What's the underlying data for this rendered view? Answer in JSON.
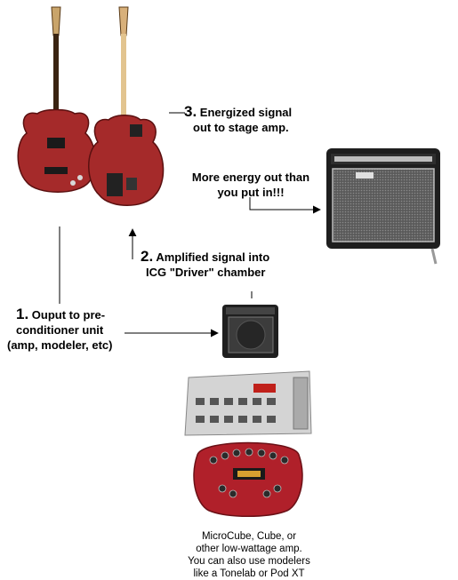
{
  "steps": [
    {
      "number": "3.",
      "line1": " Energized signal",
      "line2": "out to stage amp."
    },
    {
      "number": "2.",
      "line1": " Amplified signal into",
      "line2": "ICG \"Driver\" chamber"
    },
    {
      "number": "1.",
      "line1": " Ouput to pre-",
      "line2": "conditioner unit",
      "line3": "(amp, modeler, etc)"
    }
  ],
  "energy_note": {
    "line1": "More energy out than",
    "line2": "you put in!!!"
  },
  "caption": {
    "line1": "MicroCube, Cube, or",
    "line2": "other low-wattage amp.",
    "line3": "You can also use modelers",
    "line4": "like a Tonelab or Pod XT"
  },
  "colors": {
    "guitar_red": "#a52a2a",
    "amp_body": "#1f1f1f",
    "grille": "#6e6e6e",
    "pod_red": "#b0202a",
    "line": "#000000"
  }
}
